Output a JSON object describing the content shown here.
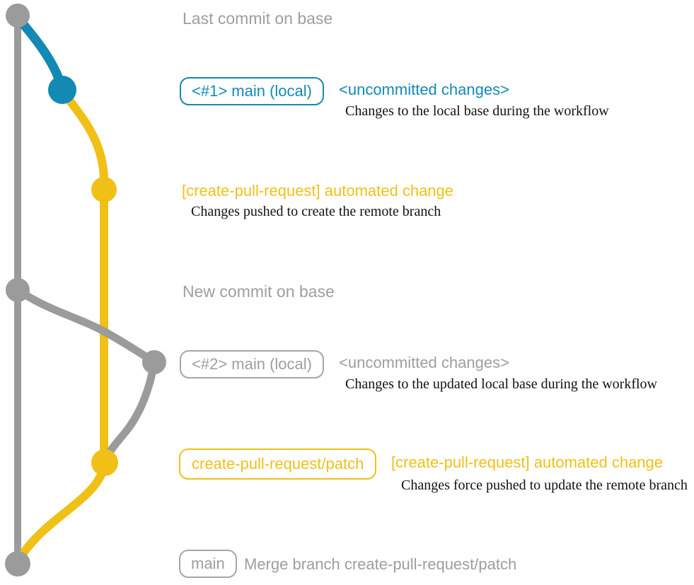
{
  "colors": {
    "gray": "#9b9b9b",
    "graytext": "#9e9e9e",
    "grayborder": "#a6a6a6",
    "blue": "#1389b4",
    "yellow": "#f0c017",
    "black": "#111111"
  },
  "graph": {
    "branches": [
      {
        "name": "base",
        "color": "#9b9b9b"
      },
      {
        "name": "main (local)",
        "color": "#1389b4"
      },
      {
        "name": "create-pull-request/patch",
        "color": "#f0c017"
      }
    ],
    "commits": [
      {
        "name": "last-commit-on-base",
        "branch": "base"
      },
      {
        "name": "uncommitted-changes-1",
        "branch": "main (local)"
      },
      {
        "name": "automated-change-1",
        "branch": "create-pull-request/patch"
      },
      {
        "name": "new-commit-on-base",
        "branch": "base"
      },
      {
        "name": "uncommitted-changes-2",
        "branch": "main (local)"
      },
      {
        "name": "automated-change-2",
        "branch": "create-pull-request/patch"
      },
      {
        "name": "merge-commit",
        "branch": "base"
      }
    ]
  },
  "rows": {
    "r1": {
      "label": "Last commit on base"
    },
    "r2": {
      "badge": "<#1> main (local)",
      "title": "<uncommitted changes>",
      "desc": "Changes to the local base during the workflow"
    },
    "r3": {
      "title": "[create-pull-request] automated change",
      "desc": "Changes pushed to create the remote branch"
    },
    "r4": {
      "label": "New commit on base"
    },
    "r5": {
      "badge": "<#2> main (local)",
      "title": "<uncommitted changes>",
      "desc": "Changes to the updated local base during the workflow"
    },
    "r6": {
      "badge": "create-pull-request/patch",
      "title": "[create-pull-request] automated change",
      "desc": "Changes force pushed to update the remote branch"
    },
    "r7": {
      "badge": "main",
      "title": "Merge branch create-pull-request/patch"
    }
  }
}
